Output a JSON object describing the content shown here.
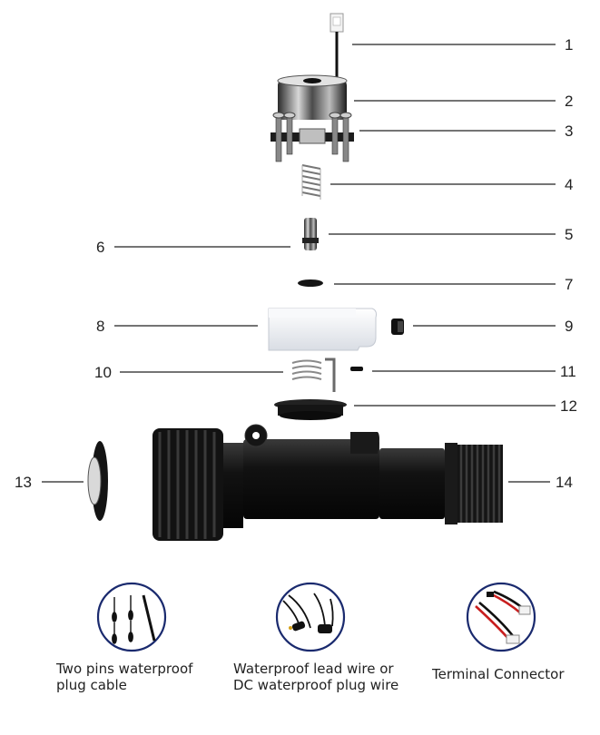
{
  "callouts": [
    "1",
    "2",
    "3",
    "4",
    "5",
    "6",
    "7",
    "8",
    "9",
    "10",
    "11",
    "12",
    "13",
    "14"
  ],
  "options": [
    {
      "icon": "pins-cable-icon",
      "label": "Two pins waterproof\nplug cable"
    },
    {
      "icon": "lead-wire-icon",
      "label": "Waterproof lead wire or\nDC waterproof plug wire"
    },
    {
      "icon": "terminal-connector-icon",
      "label": "Terminal Connector"
    }
  ],
  "colors": {
    "circle": "#1a2a6e",
    "line": "#222222",
    "body": "#141414",
    "cap": "#f0f2f6"
  }
}
